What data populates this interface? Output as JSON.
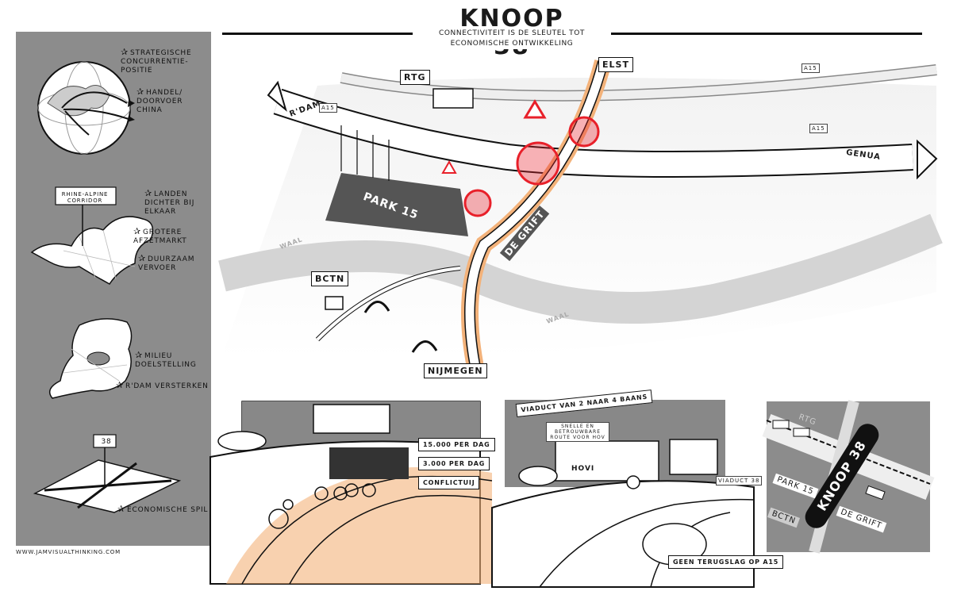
{
  "header": {
    "title": "KNOOP 38",
    "subtitle": "CONNECTIVITEIT IS DE SLEUTEL TOT ECONOMISCHE ONTWIKKELING"
  },
  "left_panel": {
    "notes": [
      {
        "text": "STRATEGISCHE CONCURRENTIE-POSITIE"
      },
      {
        "text": "HANDEL/ DOORVOER CHINA"
      },
      {
        "text": "LANDEN DICHTER BIJ ELKAAR"
      },
      {
        "text": "GROTERE AFZETMARKT"
      },
      {
        "text": "DUURZAAM VERVOER"
      },
      {
        "text": "MILIEU DOELSTELLING"
      },
      {
        "text": "R'DAM VERSTERKEN"
      },
      {
        "text": "ECONOMISCHE SPIL"
      }
    ],
    "corridor_label": "RHINE-ALPINE CORRIDOR",
    "crossing_sign": "38"
  },
  "credit": "WWW.JAMVISUALTHINKING.COM",
  "map": {
    "labels": {
      "rdam": "R'DAM",
      "genua": "GENUA",
      "park15": "PARK 15",
      "degrift": "DE GRIFT",
      "waal_left": "WAAL",
      "waal_right": "WAAL"
    },
    "signs": {
      "rtg": "RTG",
      "elst": "ELST",
      "bctn": "BCTN",
      "nijmegen": "NIJMEGEN",
      "a15_left": "A15",
      "a15_top": "A15",
      "a15_right": "A15"
    }
  },
  "panel_bike": {
    "tags": [
      "15.000 PER DAG",
      "3.000 PER DAG",
      "CONFLICTUIJ"
    ]
  },
  "panel_bus": {
    "viaduct_banner": "VIADUCT VAN 2 NAAR 4 BAANS",
    "hov_note": "SNELLE EN BETROUWBARE ROUTE VOOR HOV",
    "bus_label": "HOVI",
    "viaduct_sign": "VIADUCT 38",
    "footer_tag": "GEEN TERUGSLAG OP A15"
  },
  "panel_overview": {
    "labels": {
      "rtg": "RTG",
      "park15": "PARK 15",
      "bctn": "BCTN",
      "degrift": "DE GRIFT",
      "knoop": "KNOOP 38"
    }
  },
  "colors": {
    "panel_gray": "#8c8c8c",
    "conflict_red": "#e8202a",
    "bike_path_orange": "#f3b27a"
  }
}
